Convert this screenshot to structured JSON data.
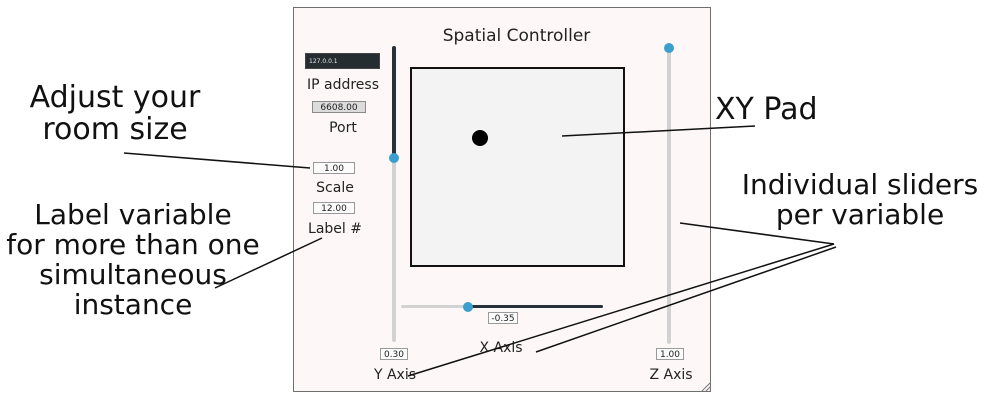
{
  "annotations": {
    "room_size": [
      "Adjust your",
      "room size"
    ],
    "label_variable": [
      "Label variable",
      "for more than one",
      "simultaneous",
      "instance"
    ],
    "xy_pad": "XY Pad",
    "sliders": [
      "Individual sliders",
      "per variable"
    ]
  },
  "window": {
    "title": "Spatial Controller",
    "ip_address": {
      "value": "127.0.0.1",
      "label": "IP address"
    },
    "port": {
      "value": "6608.00",
      "label": "Port"
    },
    "scale": {
      "value": "1.00",
      "label": "Scale"
    },
    "label_number": {
      "value": "12.00",
      "label": "Label #"
    },
    "y_axis": {
      "label": "Y Axis",
      "value": "0.30",
      "position_fraction": 0.62
    },
    "x_axis": {
      "label": "X Axis",
      "value": "-0.35",
      "position_fraction": 0.33
    },
    "z_axis": {
      "label": "Z Axis",
      "value": "1.00",
      "position_fraction": 1.0
    },
    "xy_pad": {
      "x_fraction": 0.32,
      "y_fraction": 0.35
    }
  },
  "colors": {
    "knob": "#3a9fcf",
    "slider_fill": "#263238",
    "slider_track": "#d2d2d2",
    "window_bg": "#fdf8f7",
    "pad_bg": "#f3f3f3"
  }
}
